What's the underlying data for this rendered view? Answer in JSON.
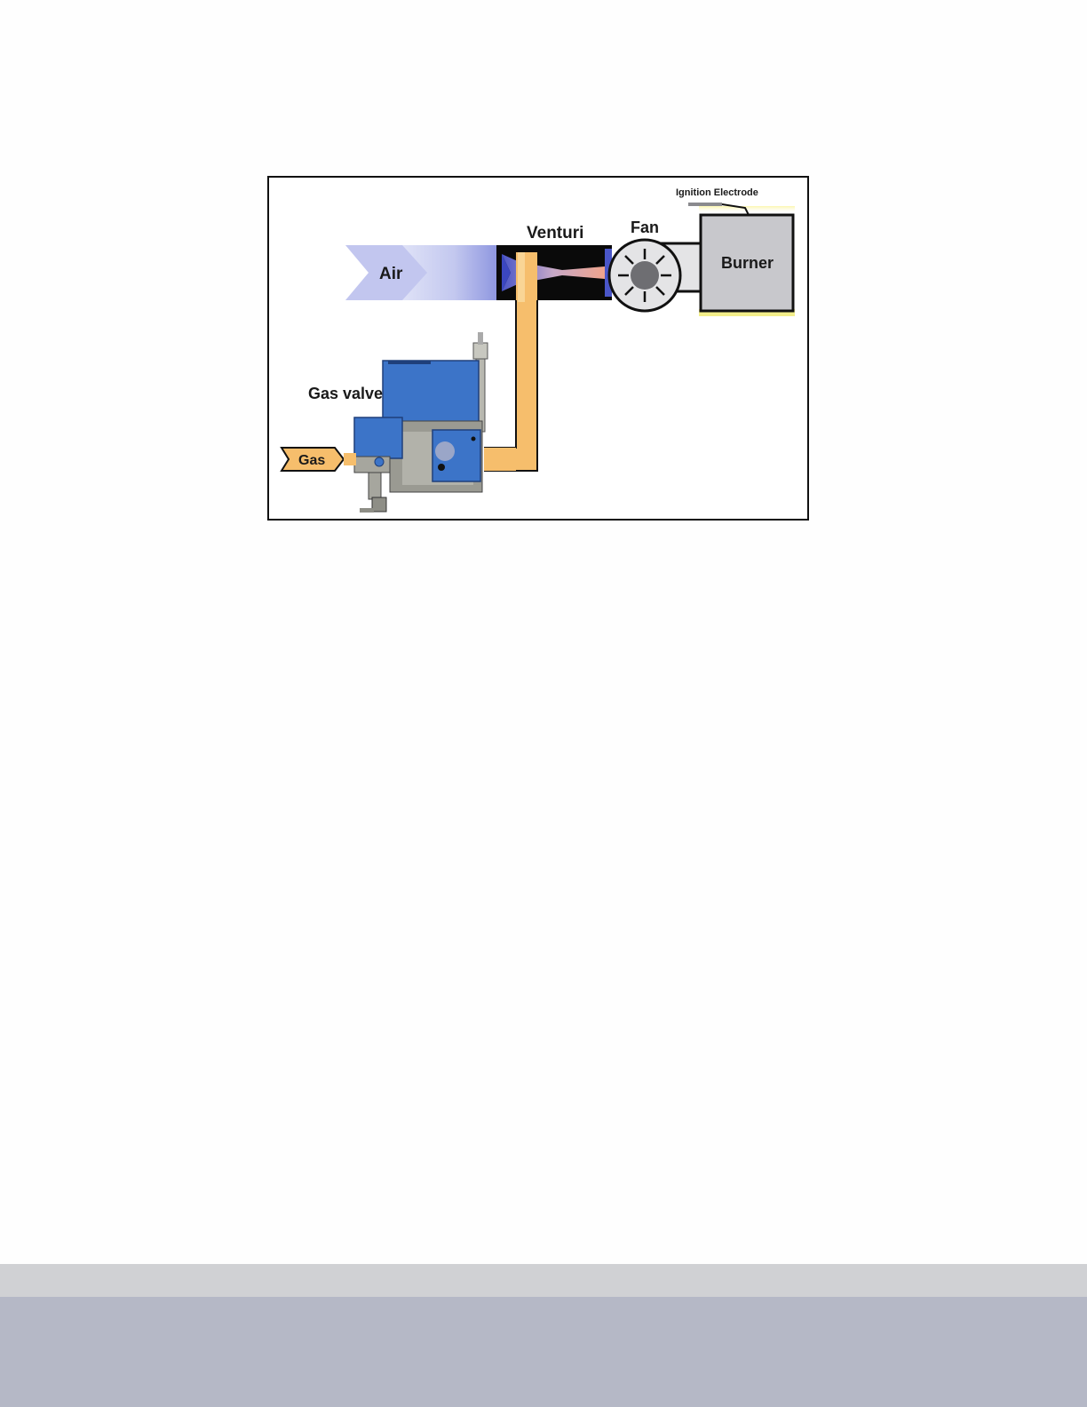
{
  "diagram": {
    "labels": {
      "air": "Air",
      "venturi": "Venturi",
      "fan": "Fan",
      "burner": "Burner",
      "ignition_electrode": "Ignition Electrode",
      "gas_valve": "Gas valve",
      "gas": "Gas"
    },
    "colors": {
      "air_arrow": "#c9cdf0",
      "venturi_body": "#0a0a0a",
      "gas_pipe": "#f6be6c",
      "valve_blue": "#3c74c8",
      "burner_box": "#c8c8cc",
      "glow": "#f3ee8a"
    }
  },
  "footer": {
    "band_light": "#d0d1d4",
    "band_dark": "#b5b8c6"
  }
}
